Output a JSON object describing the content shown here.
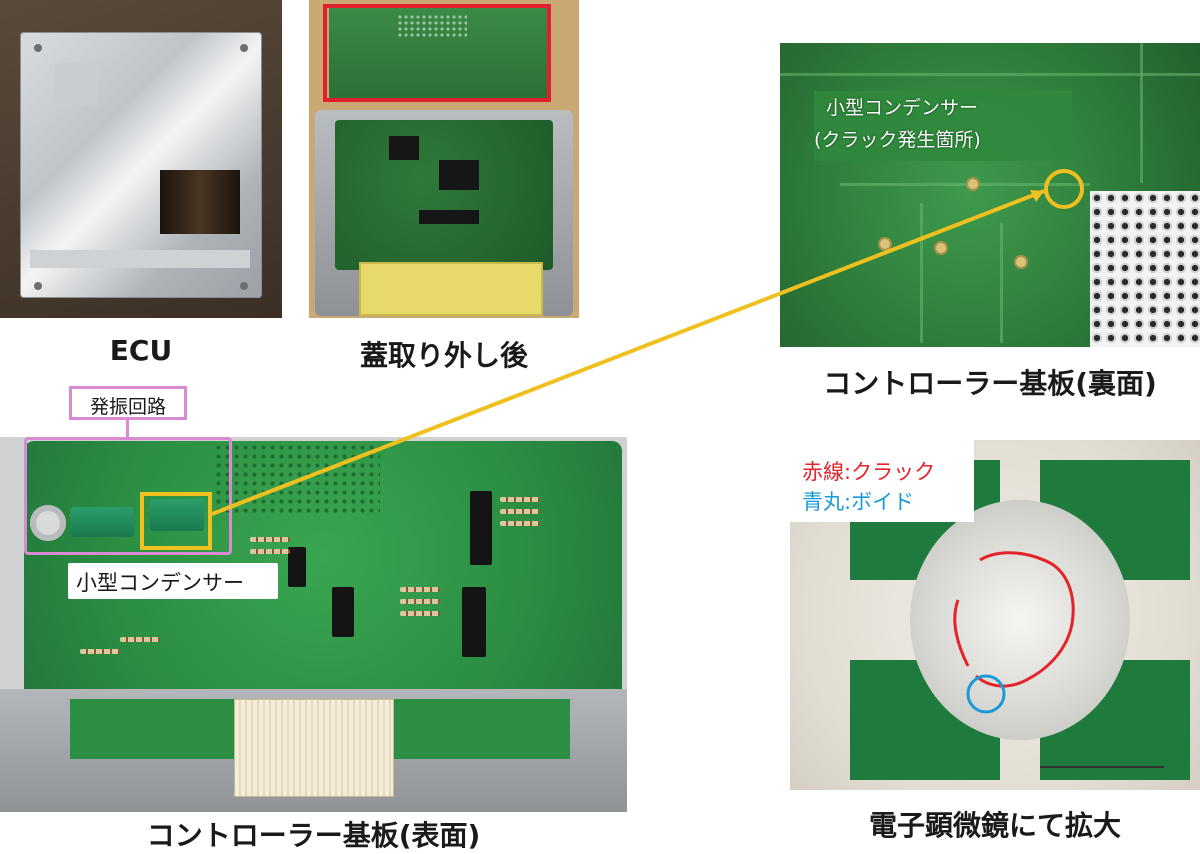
{
  "captions": {
    "ecu": "ECU",
    "lid_removed": "蓋取り外し後",
    "board_back": "コントローラー基板(裏面)",
    "board_front": "コントローラー基板(表面)",
    "microscope": "電子顕微鏡にて拡大"
  },
  "callouts": {
    "small_capacitor": "小型コンデンサー",
    "crack_location": "(クラック発生箇所)",
    "oscillator_circuit": "発振回路",
    "front_small_capacitor": "小型コンデンサー"
  },
  "legend": {
    "red_line": "赤線:クラック",
    "blue_circle": "青丸:ボイド"
  },
  "colors": {
    "highlight_yellow": "#f0c020",
    "highlight_red": "#e0202a",
    "highlight_pink": "#d88ad2",
    "crack_red": "#e4232a",
    "void_blue": "#1a9ad6",
    "board_green": "#2b8e42"
  }
}
